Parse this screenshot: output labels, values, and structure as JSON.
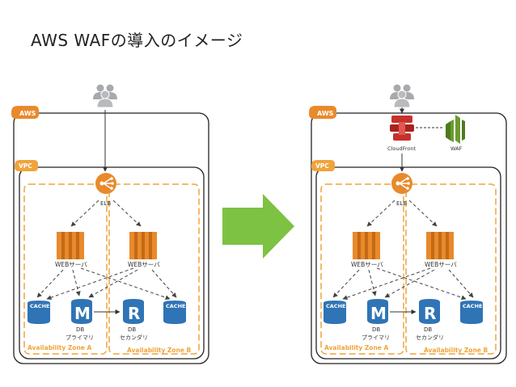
{
  "title": "AWS WAFの導入のイメージ",
  "colors": {
    "aws_orange": "#E88A2C",
    "vpc_orange": "#F0A43A",
    "arrow_green": "#7DC242",
    "db_blue": "#2F74B5",
    "cloudfront_red": "#C7312C",
    "waf_green": "#6B9B2E",
    "users_gray": "#A7A9AC"
  },
  "left": {
    "aws_badge": "AWS",
    "vpc_badge": "VPC",
    "elb_label": "ELB",
    "web_server_1": "WEBサーバ",
    "web_server_2": "WEBサーバ",
    "cache_1": "CACHE",
    "cache_2": "CACHE",
    "db_master_letter": "M",
    "db_master_label_1": "DB",
    "db_master_label_2": "プライマリ",
    "db_replica_letter": "R",
    "db_replica_label_1": "DB",
    "db_replica_label_2": "セカンダリ",
    "az_a": "Availability Zone A",
    "az_b": "Availability Zone B"
  },
  "right": {
    "aws_badge": "AWS",
    "vpc_badge": "VPC",
    "cloudfront_label": "CloudFront",
    "waf_label": "WAF",
    "elb_label": "ELB",
    "web_server_1": "WEBサーバ",
    "web_server_2": "WEBサーバ",
    "cache_1": "CACHE",
    "cache_2": "CACHE",
    "db_master_letter": "M",
    "db_master_label_1": "DB",
    "db_master_label_2": "プライマリ",
    "db_replica_letter": "R",
    "db_replica_label_1": "DB",
    "db_replica_label_2": "セカンダリ",
    "az_a": "Availability Zone A",
    "az_b": "Availability Zone B"
  }
}
